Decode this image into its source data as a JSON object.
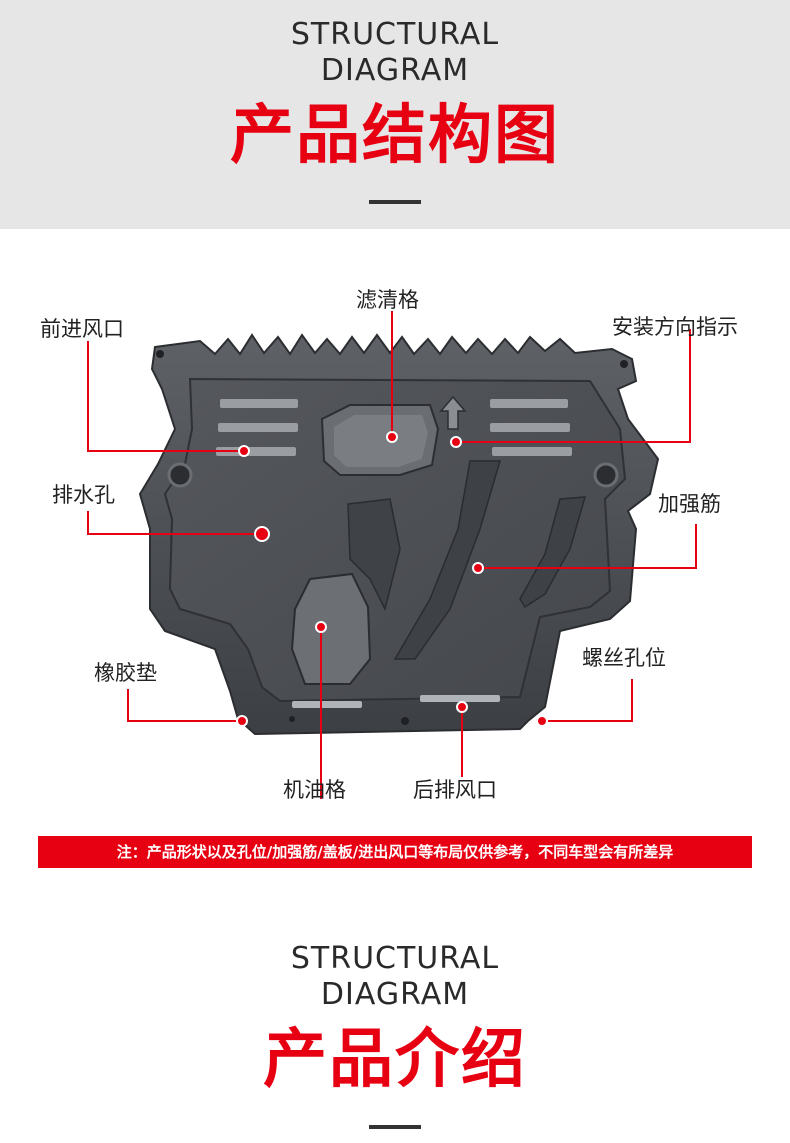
{
  "section1": {
    "en_title_line1": "STRUCTURAL",
    "en_title_line2": "DIAGRAM",
    "cn_title": "产品结构图"
  },
  "labels": {
    "filter_grille": "滤清格",
    "front_vent": "前进风口",
    "direction_indicator": "安装方向指示",
    "drain_hole": "排水孔",
    "reinforcing_rib": "加强筋",
    "screw_hole": "螺丝孔位",
    "rubber_pad": "橡胶垫",
    "oil_grille": "机油格",
    "rear_vent": "后排风口"
  },
  "note": "注：产品形状以及孔位/加强筋/盖板/进出风口等布局仅供参考，不同车型会有所差异",
  "section2": {
    "en_title_line1": "STRUCTURAL",
    "en_title_line2": "DIAGRAM",
    "cn_title": "产品介绍"
  },
  "colors": {
    "accent_red": "#e60012",
    "band_gray": "#e6e6e6",
    "plate_gray": "#4a4d52"
  }
}
